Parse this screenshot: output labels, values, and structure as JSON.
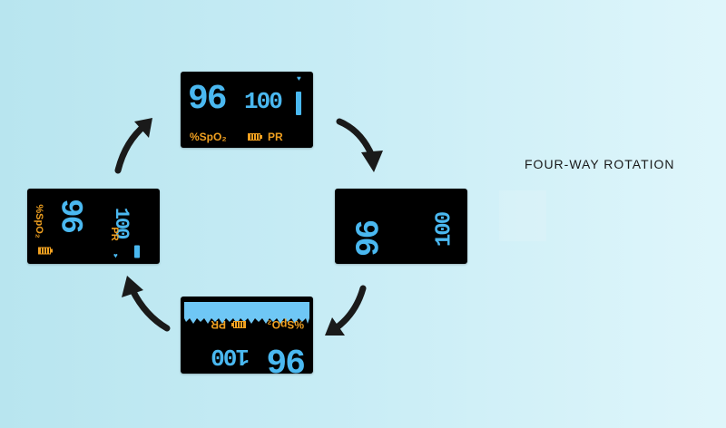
{
  "caption": "FOUR-WAY ROTATION",
  "display": {
    "spo2_value": "96",
    "pr_value": "100",
    "spo2_label": "%SpO₂",
    "pr_label": "PR"
  },
  "colors": {
    "digits": "#4ab8f0",
    "labels": "#f0a020",
    "screen": "#000000"
  },
  "orientations": [
    "top",
    "right",
    "bottom",
    "left"
  ]
}
